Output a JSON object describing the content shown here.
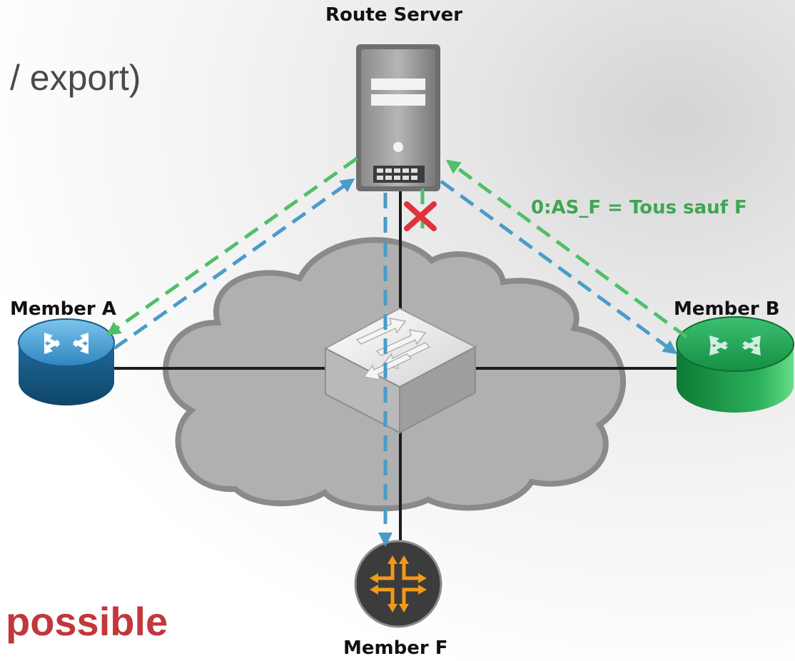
{
  "heading": "/ export)",
  "footer": "possible",
  "nodes": {
    "route_server": "Route Server",
    "member_a": "Member A",
    "member_b": "Member B",
    "member_f": "Member F"
  },
  "annotation": "0:AS_F = Tous sauf F",
  "colors": {
    "advertise_arrow": "#4fc06a",
    "propagate_arrow": "#4a9cc8",
    "blocked_mark": "#e0323c",
    "member_a": "#2f86c0",
    "member_b": "#1fa54f",
    "member_f": "#f29a17",
    "cloud": "#b0b0b0"
  },
  "icons": [
    "server-icon",
    "router-icon",
    "switch-icon",
    "block-x-icon"
  ]
}
